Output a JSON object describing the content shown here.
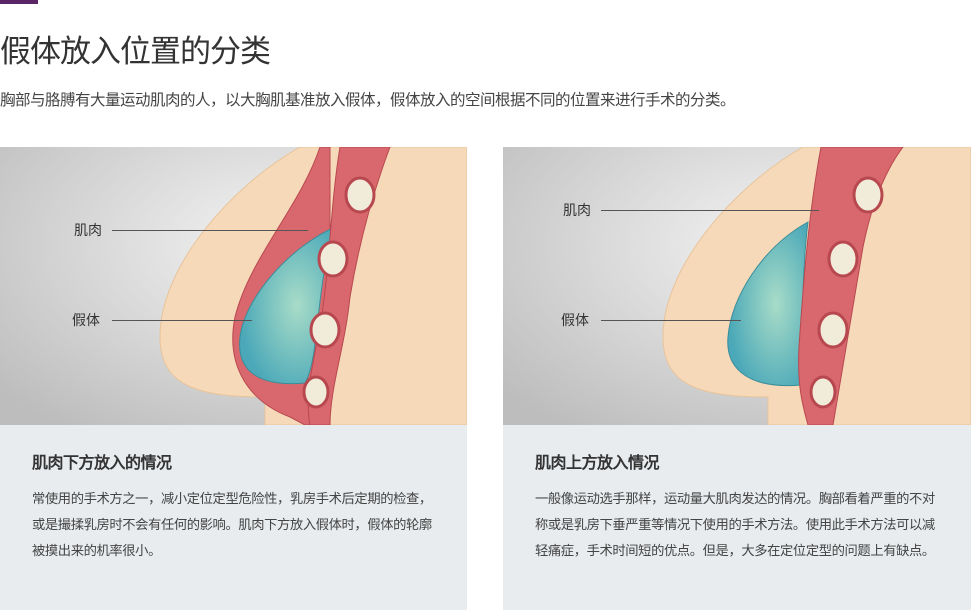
{
  "header": {
    "title": "假体放入位置的分类",
    "intro": "胸部与胳膊有大量运动肌肉的人，以大胸肌基准放入假体，假体放入的空间根据不同的位置来进行手术的分类。"
  },
  "colors": {
    "accent": "#5b2466",
    "skin": "#f6d9b9",
    "muscle": "#d9686e",
    "implant": "#5fb9c0",
    "textbox_bg": "#e8ecef"
  },
  "cards": [
    {
      "labels": {
        "muscle": "肌肉",
        "implant": "假体"
      },
      "title": "肌肉下方放入的情况",
      "body": "常使用的手术方之一，减小定位定型危险性，乳房手术后定期的检查，或是撮揉乳房时不会有任何的影响。肌肉下方放入假体时，假体的轮廓被摸出来的机率很小。"
    },
    {
      "labels": {
        "muscle": "肌肉",
        "implant": "假体"
      },
      "title": "肌肉上方放入情况",
      "body": "一般像运动选手那样，运动量大肌肉发达的情况。胸部看着严重的不对称或是乳房下垂严重等情况下使用的手术方法。使用此手术方法可以减轻痛症，手术时间短的优点。但是，大多在定位定型的问题上有缺点。"
    }
  ]
}
